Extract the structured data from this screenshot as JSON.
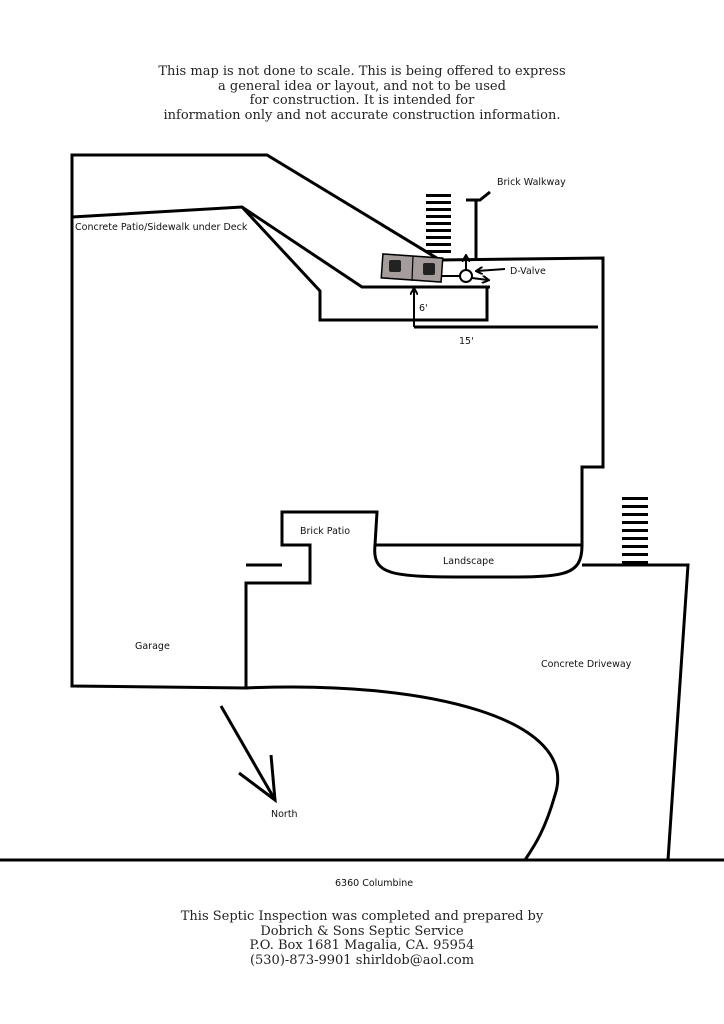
{
  "disclaimer": {
    "line1": "This map is not done to scale. This is being offered to express",
    "line2": "a general idea or layout, and not to be used",
    "line3": "for construction. It is intended for",
    "line4": "information only and not accurate construction information."
  },
  "labels": {
    "brick_walkway": "Brick Walkway",
    "patio_sidewalk": "Concrete Patio/Sidewalk under Deck",
    "d_valve": "D-Valve",
    "dim_6": "6'",
    "dim_15": "15'",
    "brick_patio": "Brick Patio",
    "landscape": "Landscape",
    "garage": "Garage",
    "driveway": "Concrete Driveway",
    "north": "North",
    "address": "6360 Columbine"
  },
  "footer": {
    "line1": "This Septic Inspection was completed and prepared by",
    "line2": "Dobrich & Sons Septic Service",
    "line3": "P.O. Box 1681 Magalia, CA. 95954",
    "line4": "(530)-873-9901 shirldob@aol.com"
  },
  "colors": {
    "line": "#000000",
    "tank_fill": "#a59c9c",
    "tank_lid": "#222222"
  }
}
